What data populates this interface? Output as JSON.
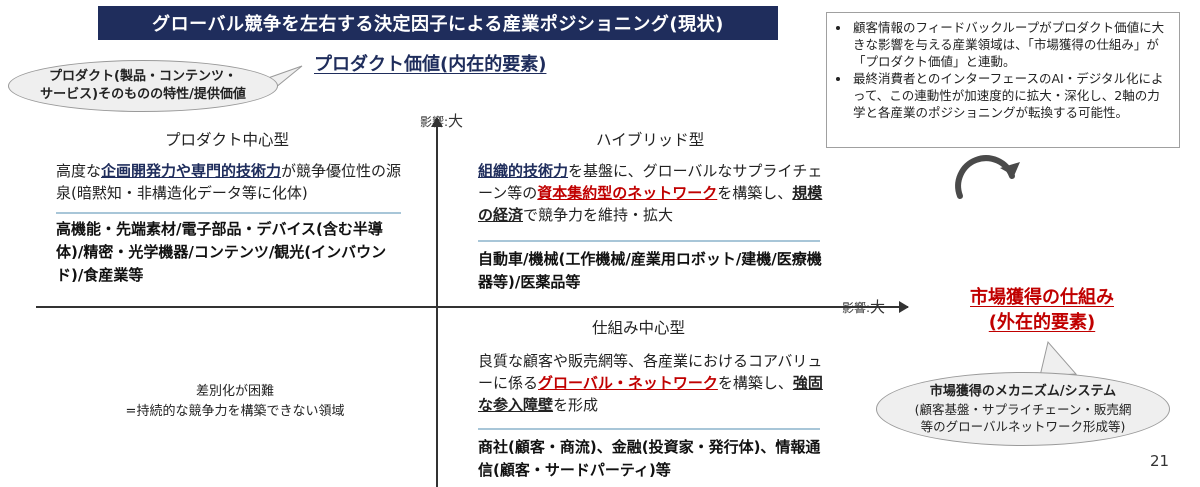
{
  "header": {
    "title": "グローバル競争を左右する決定因子による産業ポジショニング(現状)"
  },
  "y_axis": {
    "title": "プロダクト価値(内在的要素)",
    "bubble": [
      "プロダクト(製品・コンテンツ・",
      "サービス)そのものの特性/提供価値"
    ],
    "tick_prefix": "影響:",
    "tick_value": "大"
  },
  "x_axis": {
    "title_line1": "市場獲得の仕組み",
    "title_line2": "(外在的要素)",
    "tick_prefix": "影響:",
    "tick_value": "大",
    "bubble_title": "市場獲得のメカニズム/システム",
    "bubble_sub": [
      "(顧客基盤・サプライチェーン・販売網",
      "等のグローバルネットワーク形成等)"
    ]
  },
  "quadrants": {
    "product": {
      "title": "プロダクト中心型",
      "desc": {
        "t1": "高度な",
        "h1": "企画開発力や専門的技術力",
        "t2": "が競争優位性の源泉(暗黙知・非構造化データ等に化体)"
      },
      "industries": "高機能・先端素材/電子部品・デバイス(含む半導体)/精密・光学機器/コンテンツ/観光(インバウンド)/食産業等"
    },
    "hybrid": {
      "title": "ハイブリッド型",
      "desc": {
        "h1": "組織的技術力",
        "t1": "を基盤に、グローバルなサプライチェーン等の",
        "h2": "資本集約型のネットワーク",
        "t2": "を構築し、",
        "h3": "規模の経済",
        "t3": "で競争力を維持・拡大"
      },
      "industries": "自動車/機械(工作機械/産業用ロボット/建機/医療機器等)/医薬品等"
    },
    "mechanism": {
      "title": "仕組み中心型",
      "desc": {
        "t1": "良質な顧客や販売網等、各産業におけるコアバリューに係る",
        "h1": "グローバル・ネットワーク",
        "t2": "を構築し、",
        "h2": "強固な参入障壁",
        "t3": "を形成"
      },
      "industries": "商社(顧客・商流)、金融(投資家・発行体)、情報通信(顧客・サードパーティ)等"
    },
    "difficult": {
      "line1": "差別化が困難",
      "line2": "=持続的な競争力を構築できない領域"
    }
  },
  "notes": [
    "顧客情報のフィードバックループがプロダクト価値に大きな影響を与える産業領域は、「市場獲得の仕組み」が「プロダクト価値」と連動。",
    "最終消費者とのインターフェースのAI・デジタル化によって、この連動性が加速度的に拡大・深化し、2軸の力学と各産業のポジショニングが転換する可能性。"
  ],
  "page_number": "21",
  "colors": {
    "navy": "#1f2d5c",
    "red": "#c00000",
    "divider": "#a8c6d8"
  }
}
